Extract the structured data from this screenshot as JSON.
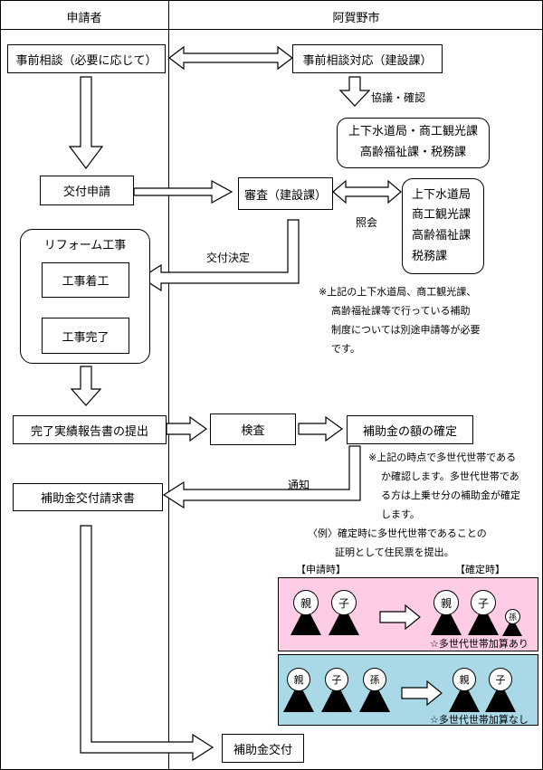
{
  "header": {
    "applicant": "申請者",
    "city": "阿賀野市"
  },
  "boxes": {
    "prior_consult": "事前相談（必要に応じて）",
    "prior_consult_response": "事前相談対応（建設課）",
    "application": "交付申請",
    "review": "審査（建設課）",
    "reform_title": "リフォーム工事",
    "construction_start": "工事着工",
    "construction_done": "工事完了",
    "completion_report": "完了実績報告書の提出",
    "inspection": "検査",
    "amount_fixed": "補助金の額の確定",
    "subsidy_request": "補助金交付請求書",
    "subsidy_grant": "補助金交付"
  },
  "depts1": [
    "上下水道局・商工観光課",
    "高齢福祉課・税務課"
  ],
  "depts2": [
    "上下水道局",
    "商工観光課",
    "高齢福祉課",
    "税務課"
  ],
  "labels": {
    "consult": "協議・確認",
    "inquiry": "照会",
    "decision": "交付決定",
    "notice": "通知"
  },
  "note1": [
    "※上記の上下水道局、商工観光課、",
    "高齢福祉課等で行っている補助",
    "制度については別途申請等が必要",
    "です。"
  ],
  "note2": [
    "※上記の時点で多世代世帯である",
    "か確認します。多世代世帯であ",
    "る方は上乗せ分の補助金が確定",
    "します。"
  ],
  "example": [
    "〈例〉確定時に多世代世帯であることの",
    "証明として住民票を提出。"
  ],
  "timing": {
    "at_application": "【申請時】",
    "at_confirmation": "【確定時】"
  },
  "persons": {
    "parent": "親",
    "child": "子",
    "grandchild": "孫"
  },
  "results": {
    "with": "☆多世代世帯加算あり",
    "without": "☆多世代世帯加算なし"
  },
  "colors": {
    "pink_panel": "#ffcce6",
    "blue_panel": "#a9d8e6"
  }
}
